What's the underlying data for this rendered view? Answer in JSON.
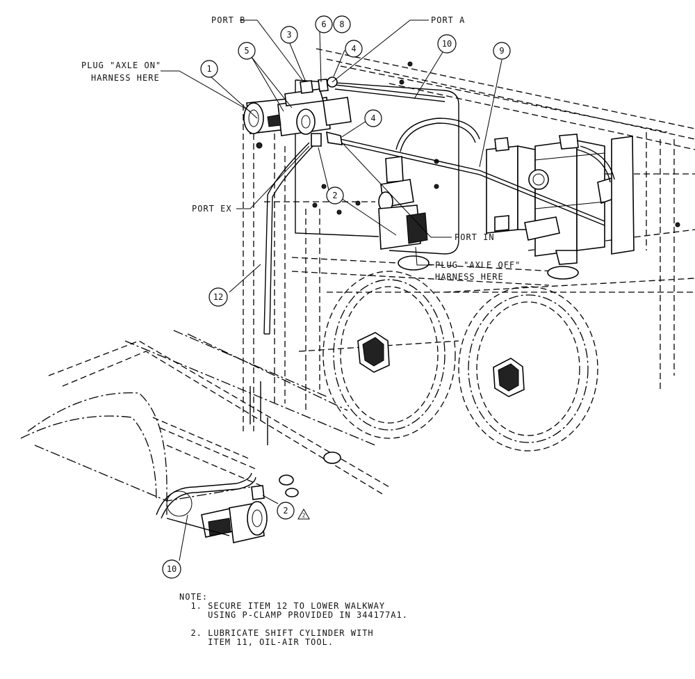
{
  "callouts": {
    "port_b": "PORT B",
    "port_a": "PORT A",
    "plug_axle_on_1": "PLUG \"AXLE ON\"",
    "plug_axle_on_2": "HARNESS HERE",
    "port_ex": "PORT EX",
    "port_in": "PORT IN",
    "plug_axle_off_1": "PLUG \"AXLE OFF\"",
    "plug_axle_off_2": "HARNESS HERE"
  },
  "items": {
    "i1": "1",
    "i2a": "2",
    "i2b": "2",
    "i3": "3",
    "i4a": "4",
    "i4b": "4",
    "i5": "5",
    "i6": "6",
    "i8": "8",
    "i9": "9",
    "i10a": "10",
    "i10b": "10",
    "i12": "12"
  },
  "note_flag": "2",
  "notes": {
    "heading": "NOTE:",
    "n1_line1": "  1. SECURE ITEM 12 TO LOWER WALKWAY",
    "n1_line2": "     USING P-CLAMP PROVIDED IN 344177A1.",
    "n2_line1": "  2. LUBRICATE SHIFT CYLINDER WITH",
    "n2_line2": "     ITEM 11, OIL-AIR TOOL."
  }
}
